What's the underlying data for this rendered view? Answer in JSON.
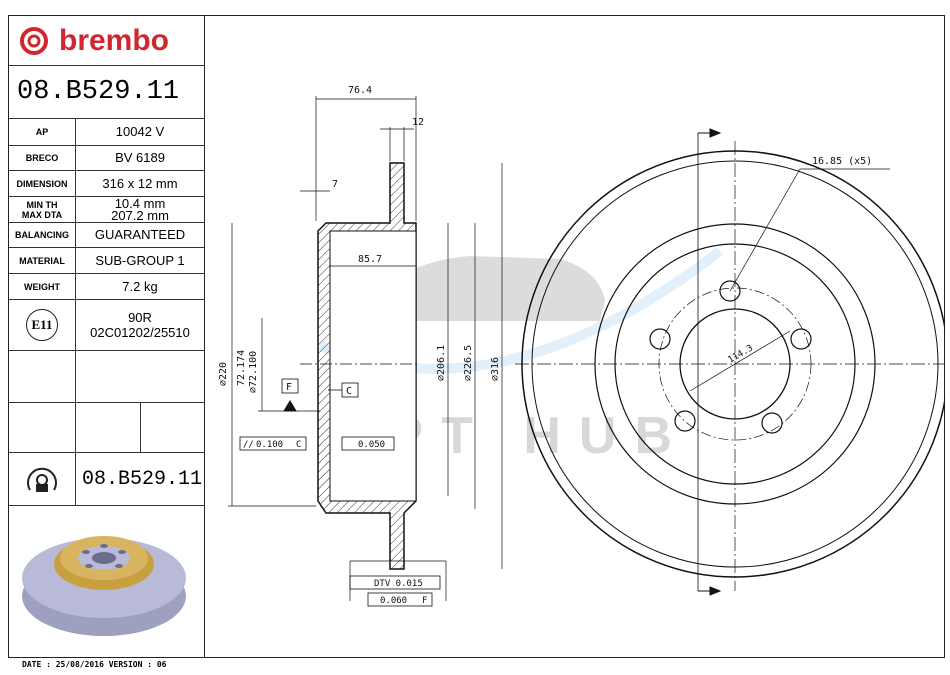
{
  "brand": "brembo",
  "part_number": "08.B529.11",
  "specs": [
    {
      "label": "AP",
      "value": "10042 V"
    },
    {
      "label": "BRECO",
      "value": "BV 6189"
    },
    {
      "label": "DIMENSION",
      "value": "316 x 12 mm"
    },
    {
      "label": "MIN TH",
      "value": "10.4 mm"
    },
    {
      "label": "MAX DTA",
      "value": "207.2 mm"
    },
    {
      "label": "BALANCING",
      "value": "GUARANTEED"
    },
    {
      "label": "MATERIAL",
      "value": "SUB-GROUP 1"
    },
    {
      "label": "WEIGHT",
      "value": "7.2 kg"
    }
  ],
  "approval": {
    "mark": "E11",
    "code1": "90R",
    "code2": "02C01202/25510"
  },
  "footer": "DATE : 25/08/2016 VERSION : 06",
  "watermark": "OPT HUB",
  "dimensions": {
    "overall_height": "76.4",
    "disc_thickness": "12",
    "hat_wall": "7",
    "inner_depth": "85.7",
    "d220": "⌀220",
    "d72_upper": "72.174",
    "d72_lower": "⌀72.100",
    "d206": "⌀206.1",
    "d226": "⌀226.5",
    "d316": "⌀316",
    "bolt_holes": "16.85 (x5)",
    "pcd": "114.3",
    "datum_f": "F",
    "datum_c": "C",
    "parallelism": "0.100",
    "parallelism_ref": "C",
    "flatness": "0.050",
    "dtv": "DTV 0.015",
    "runout": "0.060",
    "runout_ref": "F"
  }
}
